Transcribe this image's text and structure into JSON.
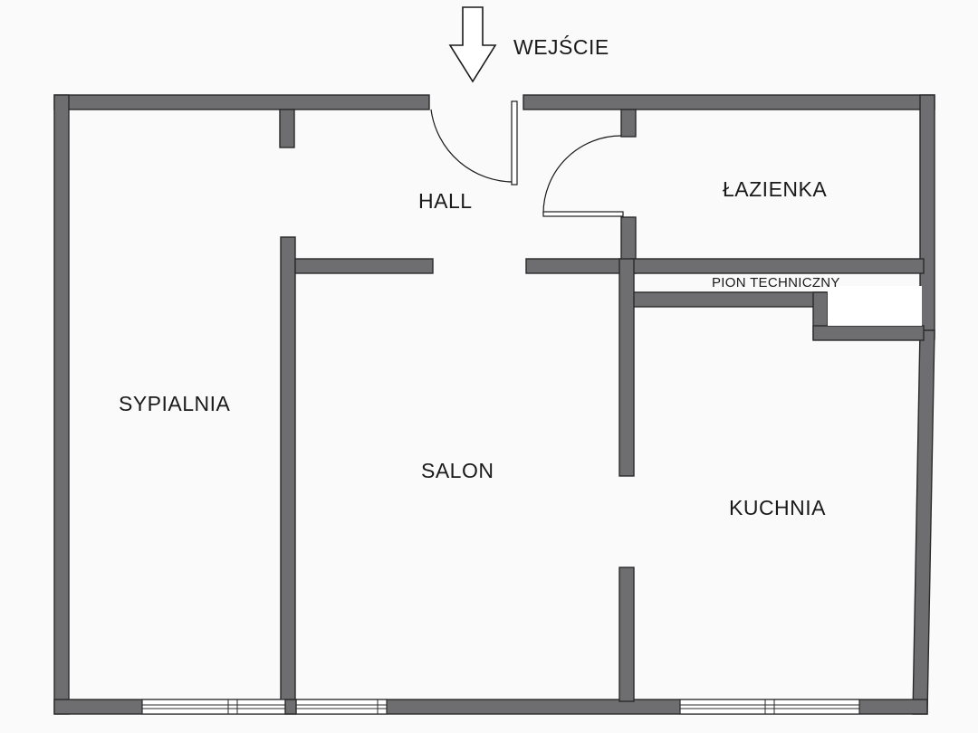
{
  "plan": {
    "entrance_label": "WEJŚCIE",
    "rooms": {
      "hall": "HALL",
      "bathroom": "ŁAZIENKA",
      "utility_shaft": "PION TECHNICZNY",
      "bedroom": "SYPIALNIA",
      "living_room": "SALON",
      "kitchen": "KUCHNIA"
    },
    "colors": {
      "wall": "#6e6e70",
      "background": "#fafafa"
    }
  }
}
